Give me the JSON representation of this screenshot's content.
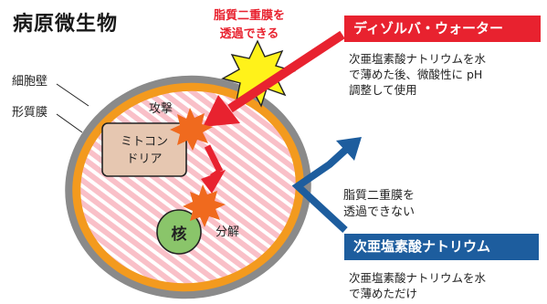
{
  "title": "病原微生物",
  "labels": {
    "cell_wall": "細胞壁",
    "cell_membrane": "形質膜",
    "attack": "攻撃",
    "decompose": "分解",
    "mitochondria": [
      "ミトコン",
      "ドリア"
    ],
    "nucleus": "核",
    "passes_membrane": [
      "脂質二重膜を",
      "透過できる"
    ],
    "cannot_pass": [
      "脂質二重膜を",
      "透過できない"
    ]
  },
  "products": {
    "diesolba": {
      "name": "ディゾルバ・ウォーター",
      "description": [
        "次亜塩素酸ナトリウムを水",
        "で薄めた後、微酸性に pH",
        "調整して使用"
      ]
    },
    "hypochlorite": {
      "name": "次亜塩素酸ナトリウム",
      "description": [
        "次亜塩素酸ナトリウムを水",
        "で薄めただけ"
      ]
    }
  },
  "colors": {
    "wall": "#8a8a8a",
    "membrane": "#f39a1e",
    "cytoplasm": "#f9c0c8",
    "stripe": "#ffffff",
    "mitochondria": "#e6c7b1",
    "nucleus": "#8ac56a",
    "red_accent": "#e8222f",
    "blue_accent": "#1d5d9e",
    "burst_yellow": "#fff21a",
    "burst_orange": "#f06a1e"
  }
}
